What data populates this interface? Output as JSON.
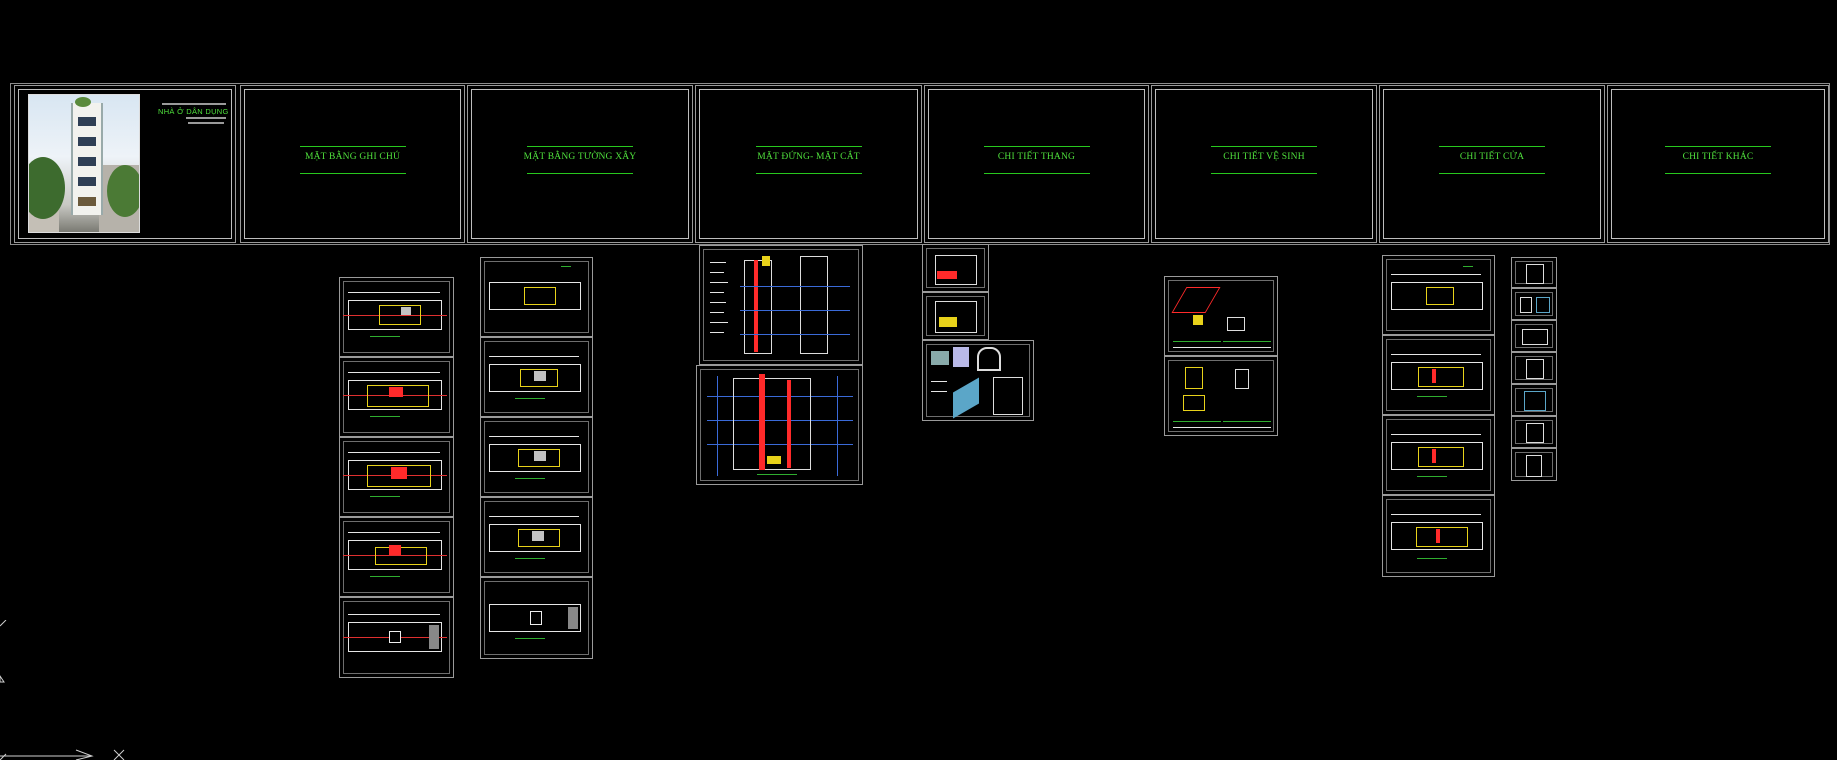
{
  "cover": {
    "title": "NHÀ Ở DÂN DỤNG"
  },
  "section_titles": [
    "MẶT BẰNG GHI CHÚ",
    "MẶT BẰNG TƯỜNG XÂY",
    "MẶT ĐỨNG- MẶT CẮT",
    "CHI TIẾT THANG",
    "CHI TIẾT VỆ SINH",
    "CHI TIẾT CỬA",
    "CHI TIẾT KHÁC"
  ],
  "colors": {
    "background": "#000000",
    "frame": "#9a9a9a",
    "title_text": "#4fe03c",
    "title_rule": "#28c81e",
    "axis_red": "#e03030",
    "wall_yellow": "#e8d21a",
    "grid_blue": "#3a6ad8"
  },
  "ucs_icon": "ucs-axis-icon"
}
